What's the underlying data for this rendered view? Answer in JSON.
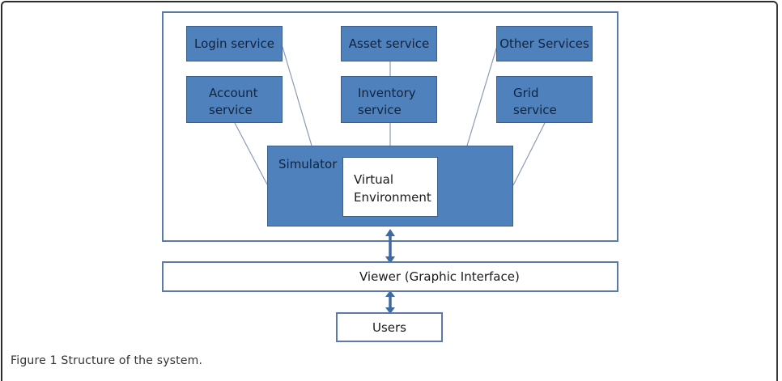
{
  "diagram": {
    "services": [
      {
        "id": "login",
        "lines": [
          "Login service"
        ]
      },
      {
        "id": "asset",
        "lines": [
          "Asset service"
        ]
      },
      {
        "id": "other",
        "lines": [
          "Other Services"
        ]
      },
      {
        "id": "account",
        "lines": [
          "Account",
          "service"
        ]
      },
      {
        "id": "inventory",
        "lines": [
          "Inventory",
          "service"
        ]
      },
      {
        "id": "grid",
        "lines": [
          "Grid",
          "service"
        ]
      }
    ],
    "simulator": {
      "label": "Simulator",
      "inner": {
        "lines": [
          "Virtual",
          "Environment"
        ]
      }
    },
    "viewer": {
      "label": "Viewer (Graphic Interface)"
    },
    "users": {
      "label": "Users"
    },
    "connections": [
      {
        "from": "login",
        "to": "simulator"
      },
      {
        "from": "account",
        "to": "simulator"
      },
      {
        "from": "asset",
        "to": "inventory"
      },
      {
        "from": "inventory",
        "to": "simulator"
      },
      {
        "from": "other",
        "to": "simulator"
      },
      {
        "from": "grid",
        "to": "simulator"
      },
      {
        "from": "system",
        "to": "viewer",
        "type": "bidirectional-arrow"
      },
      {
        "from": "viewer",
        "to": "users",
        "type": "bidirectional-arrow"
      }
    ],
    "colors": {
      "service_fill": "#4f81bd",
      "border": "#5b7aa8",
      "connector": "#8a9bb5",
      "arrow": "#3d6aa3"
    }
  },
  "caption": "Figure 1 Structure of the system."
}
